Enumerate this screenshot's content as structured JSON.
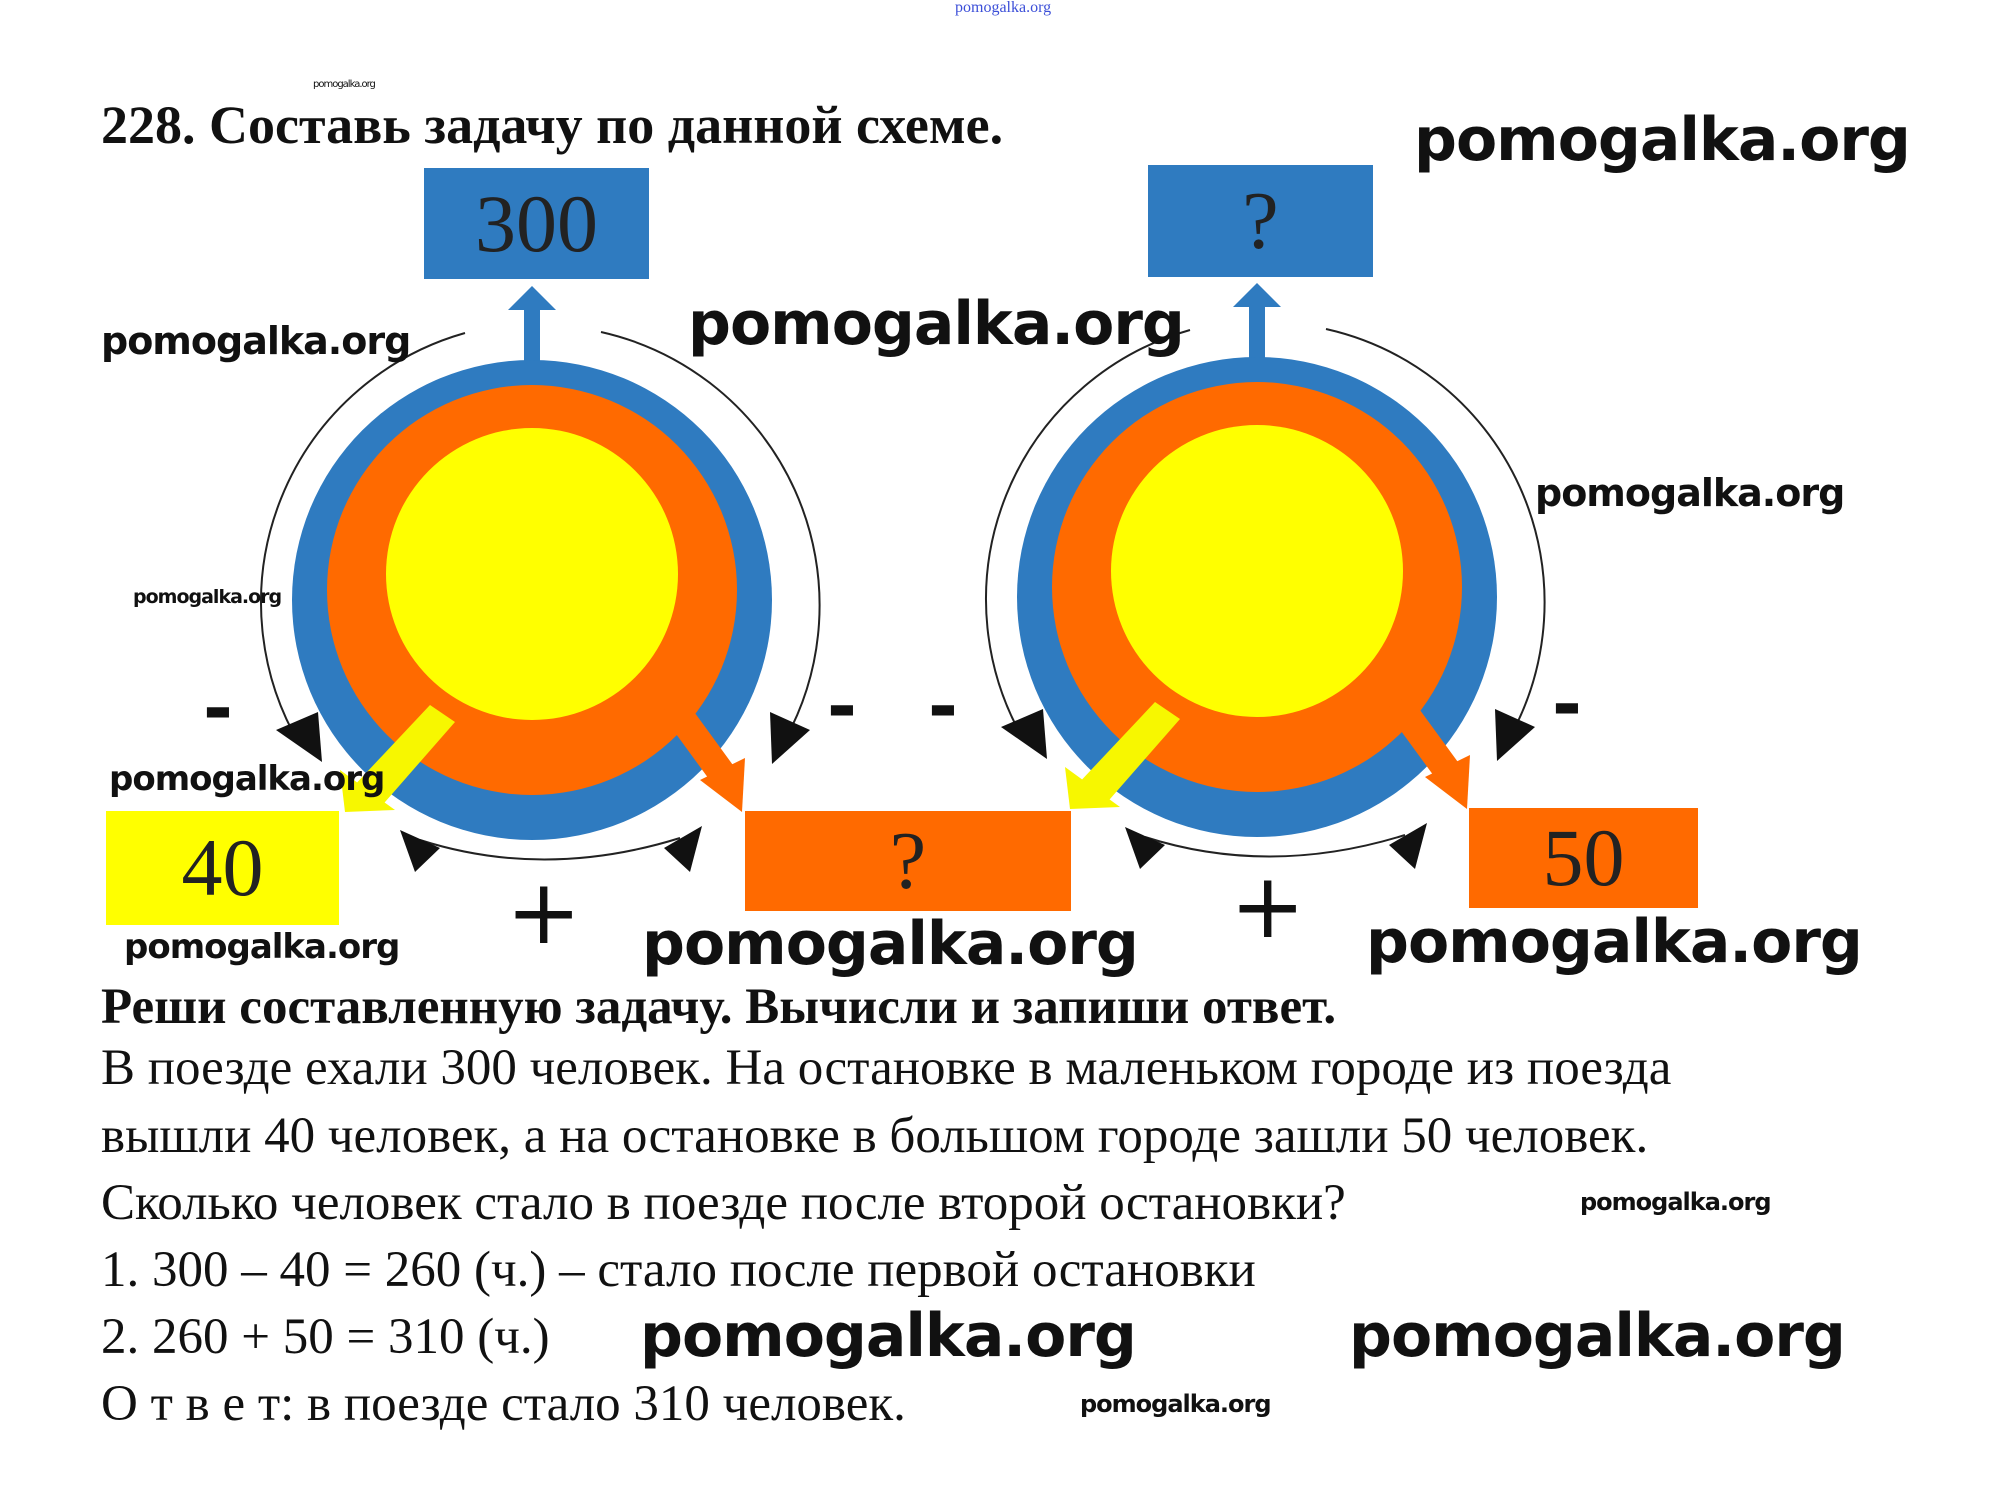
{
  "header": {
    "watermark_top": "pomogalka.org",
    "title": "228. Составь задачу по данной схеме."
  },
  "diagram": {
    "left": {
      "top_box": "300",
      "bottom_left_box": "40",
      "bottom_right_box": "?",
      "minus_left": "-",
      "minus_right": "-",
      "plus": "+"
    },
    "right": {
      "top_box": "?",
      "bottom_right_box": "50",
      "minus_left": "-",
      "minus_right": "-",
      "plus": "+"
    },
    "colors": {
      "blue": "#2f7bc0",
      "orange": "#ff6a00",
      "yellow": "#ffff00",
      "light_yellow": "#f7f700"
    }
  },
  "watermarks": [
    "pomogalka.org",
    "pomogalka.org",
    "pomogalka.org",
    "pomogalka.org",
    "pomogalka.org",
    "pomogalka.org",
    "pomogalka.org",
    "pomogalka.org",
    "pomogalka.org",
    "pomogalka.org",
    "pomogalka.org",
    "pomogalka.org",
    "pomogalka.org",
    "pomogalka.org"
  ],
  "solution": {
    "heading": "Реши составленную задачу. Вычисли и запиши ответ.",
    "problem_lines": [
      "В поезде ехали 300 человек. На остановке в маленьком городе из поезда",
      "вышли 40 человек, а на остановке в большом городе зашли 50 человек.",
      "Сколько человек стало в поезде после второй остановки?"
    ],
    "steps": [
      "1. 300 – 40 = 260 (ч.) – стало после первой остановки",
      "2. 260 + 50 = 310 (ч.)"
    ],
    "answer": "О т в е т: в поезде стало 310 человек."
  }
}
